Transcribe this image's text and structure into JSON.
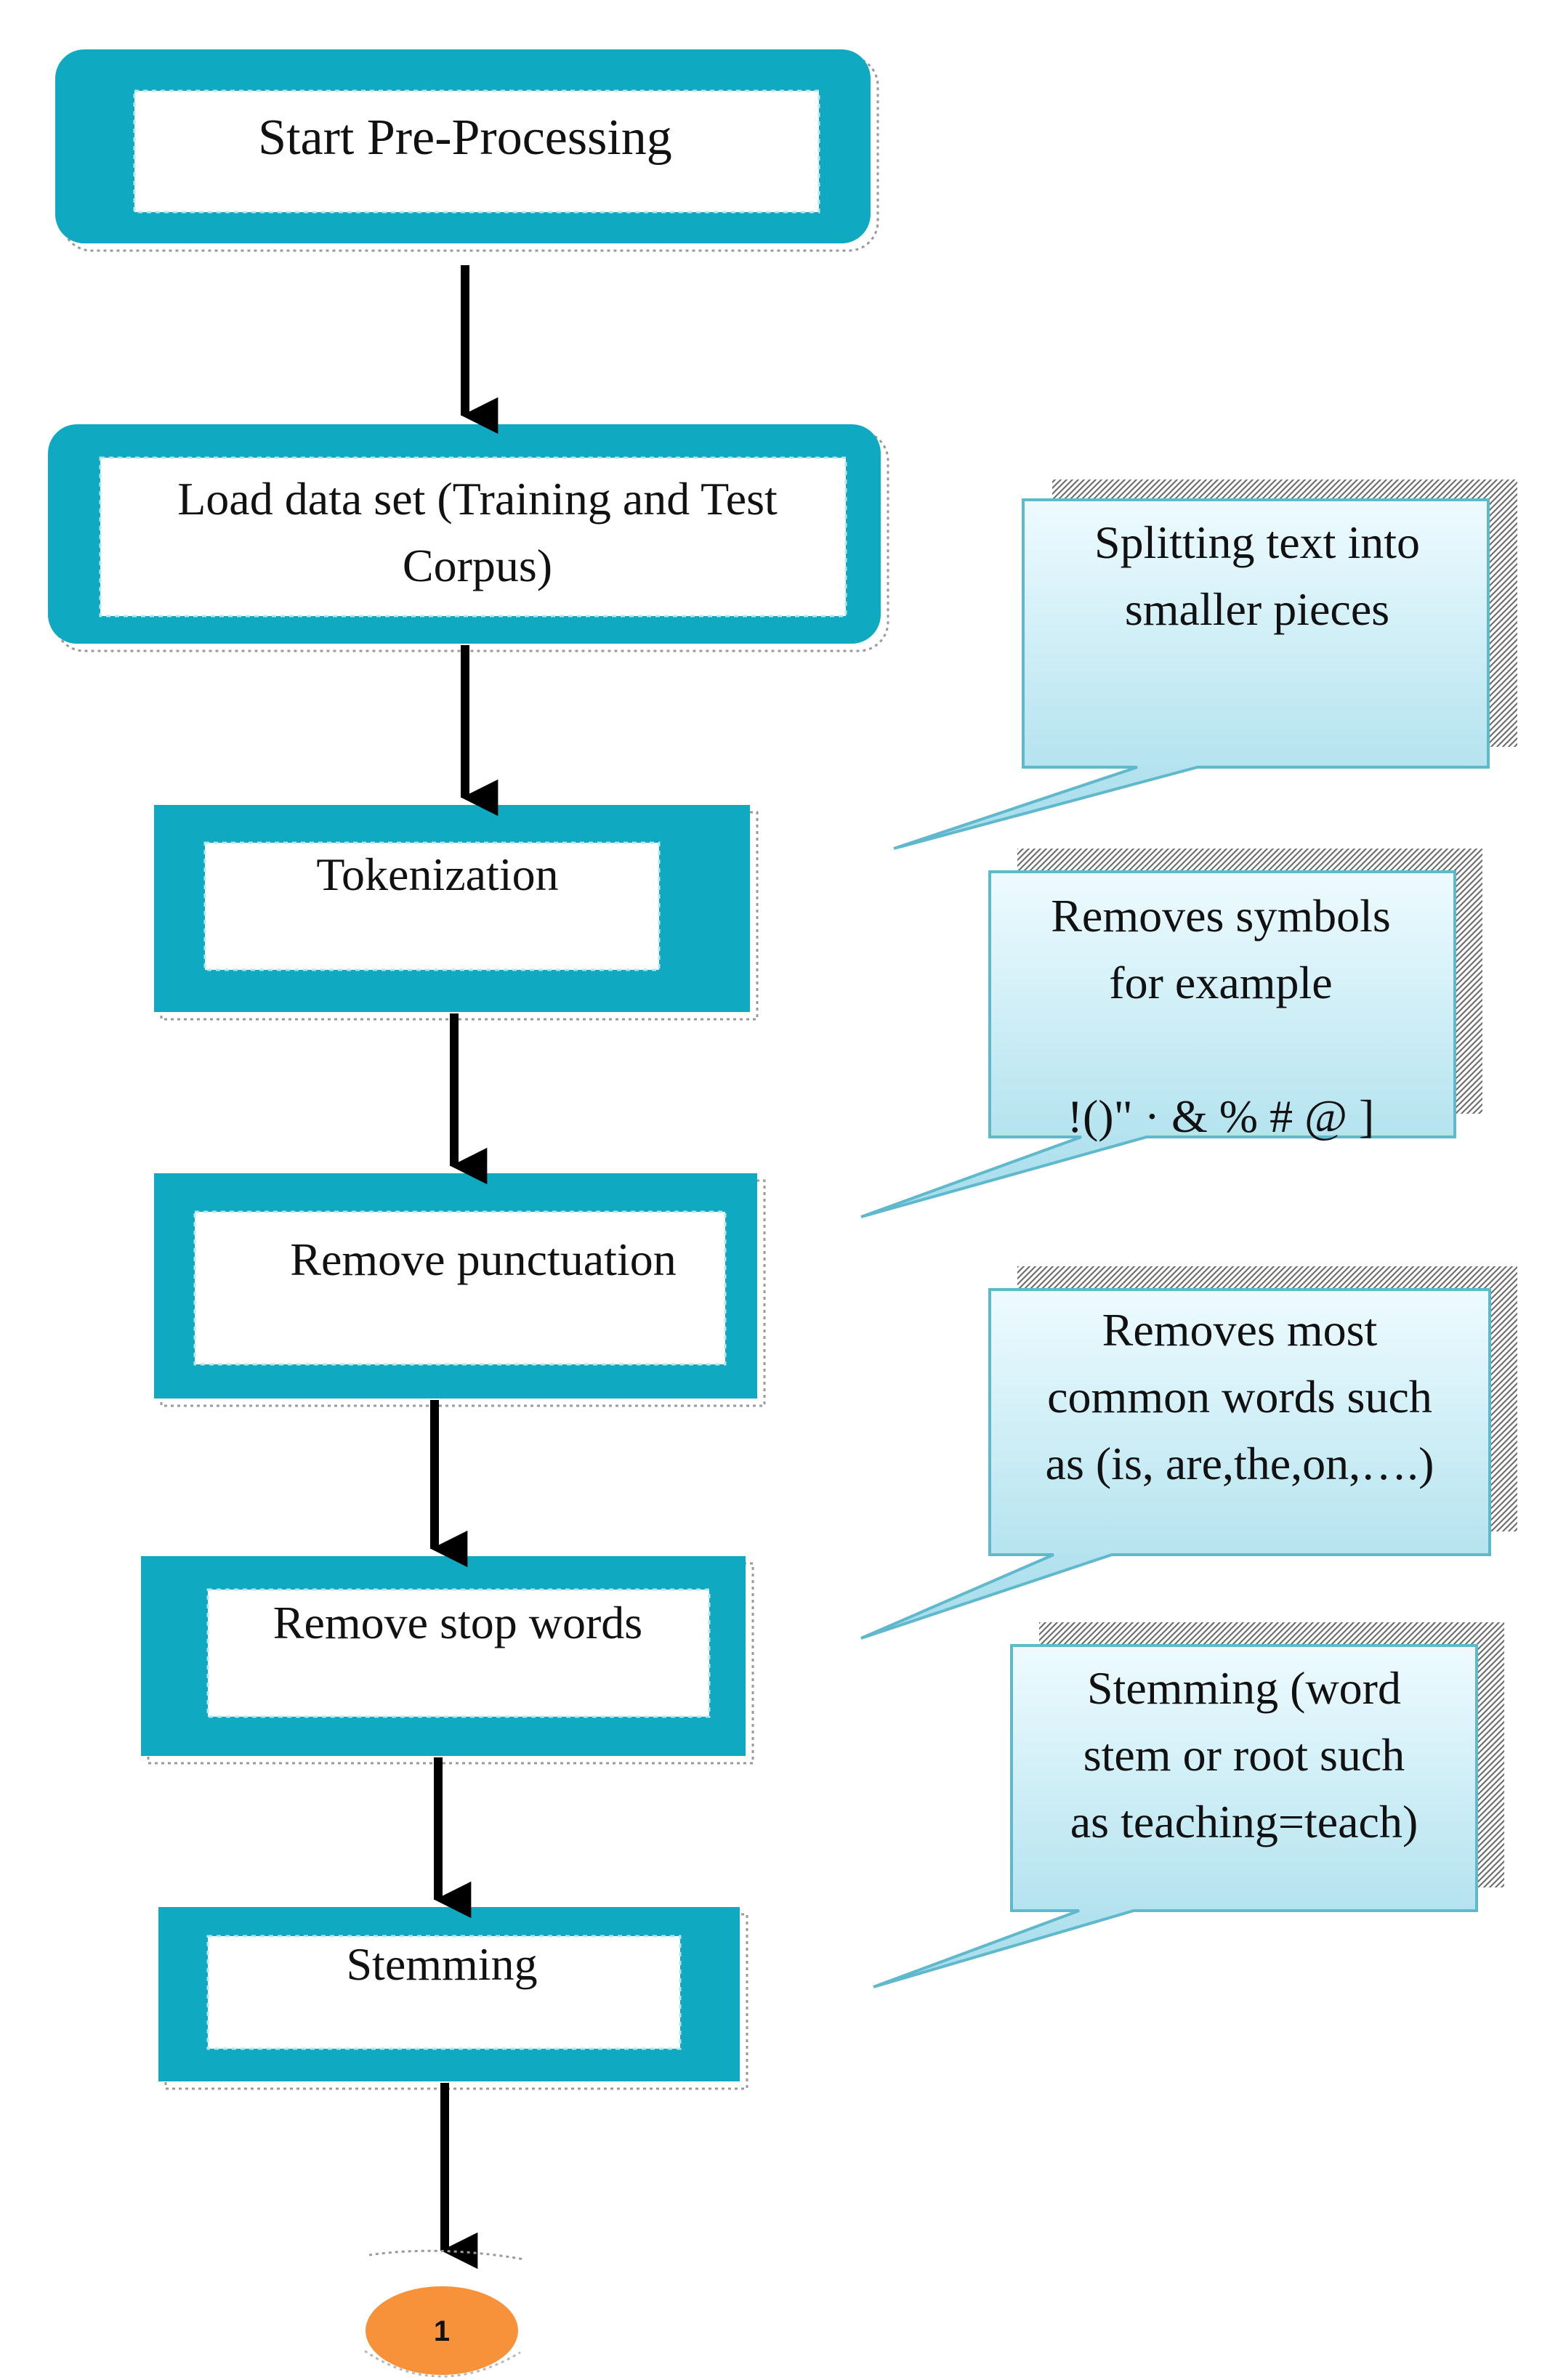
{
  "flow": {
    "steps": [
      {
        "id": "start",
        "lines": [
          "Start Pre-Processing"
        ]
      },
      {
        "id": "load",
        "lines": [
          "Load data set (Training and Test",
          "Corpus)"
        ]
      },
      {
        "id": "tokenization",
        "lines": [
          "Tokenization"
        ]
      },
      {
        "id": "punctuation",
        "lines": [
          "Remove punctuation"
        ]
      },
      {
        "id": "stopwords",
        "lines": [
          "Remove stop words"
        ]
      },
      {
        "id": "stemming",
        "lines": [
          "Stemming"
        ]
      }
    ],
    "connector": {
      "label": "1"
    }
  },
  "notes": [
    {
      "id": "tokenization-note",
      "lines": [
        "Splitting text into",
        "smaller pieces"
      ]
    },
    {
      "id": "punctuation-note",
      "lines": [
        "Removes symbols",
        "for example",
        "",
        "!()\" · & % # @ ]"
      ]
    },
    {
      "id": "stopwords-note",
      "lines": [
        "Removes most",
        "common words such",
        "as (is, are,the,on,….)"
      ]
    },
    {
      "id": "stemming-note",
      "lines": [
        "Stemming (word",
        "stem or root such",
        "as teaching=teach)"
      ]
    }
  ],
  "colors": {
    "step_fill": "#0fa9c1",
    "note_fill_top": "#eefbff",
    "note_fill_bottom": "#a3dcea",
    "note_border": "#5fb8cc",
    "connector_fill": "#f7923a",
    "arrow": "#000000"
  }
}
